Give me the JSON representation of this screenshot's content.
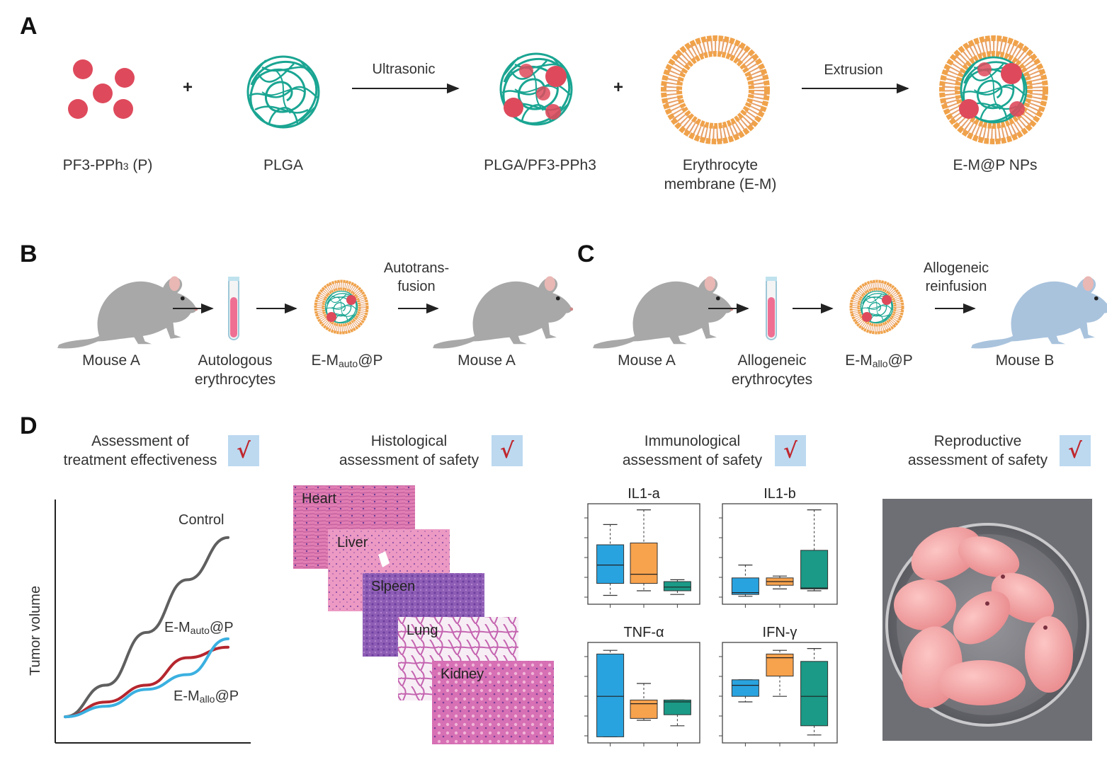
{
  "panels": {
    "a": "A",
    "b": "B",
    "c": "C",
    "d": "D"
  },
  "panel_a": {
    "pf3": "PF3-PPh",
    "pf3_sub": "3",
    "pf3_tail": " (P)",
    "plga": "PLGA",
    "ultrasonic": "Ultrasonic",
    "plga_pf3": "PLGA/PF3-PPh",
    "plga_pf3_sub": "3",
    "erythro_1": "Erythrocyte",
    "erythro_2": "membrane (E-M)",
    "extrusion": "Extrusion",
    "emp": "E-M@P NPs",
    "plus1": "+",
    "plus2": "+"
  },
  "panel_b": {
    "mouse_a1": "Mouse A",
    "auto_1": "Autologous",
    "auto_2": "erythrocytes",
    "em_pre": "E-M",
    "em_sub": "auto",
    "em_post": "@P",
    "arrow_1": "Autotrans-",
    "arrow_2": "fusion",
    "mouse_a2": "Mouse A"
  },
  "panel_c": {
    "mouse_a": "Mouse A",
    "allo_1": "Allogeneic",
    "allo_2": "erythrocytes",
    "em_pre": "E-M",
    "em_sub": "allo",
    "em_post": "@P",
    "arrow_1": "Allogeneic",
    "arrow_2": "reinfusion",
    "mouse_b": "Mouse B"
  },
  "panel_d": {
    "treat_1": "Assessment of",
    "treat_2": "treatment effectiveness",
    "hist_1": "Histological",
    "hist_2": "assessment of safety",
    "immu_1": "Immunological",
    "immu_2": "assessment of safety",
    "repro_1": "Reproductive",
    "repro_2": "assessment of safety",
    "check_mark": "√",
    "tissues": [
      "Heart",
      "Liver",
      "Slpeen",
      "Lung",
      "Kidney"
    ],
    "colors": {
      "blue": "#29a3df",
      "orange": "#f7a24d",
      "teal": "#1a9a87",
      "control": "#5f5f5f",
      "auto": "#b5262e",
      "allo": "#3ab0e0"
    }
  },
  "chart_data": [
    {
      "type": "line",
      "title": "",
      "xlabel": "",
      "ylabel": "Tumor volume",
      "series": [
        {
          "name": "Control",
          "values": [
            0.05,
            0.2,
            0.45,
            0.7,
            0.9
          ]
        },
        {
          "name": "E-Mauto@P",
          "values": [
            0.05,
            0.12,
            0.2,
            0.33,
            0.38
          ]
        },
        {
          "name": "E-Mallo@P",
          "values": [
            0.05,
            0.1,
            0.18,
            0.25,
            0.42
          ]
        }
      ]
    },
    {
      "type": "box",
      "title": "IL1-a",
      "boxes": [
        {
          "group": "blue",
          "min": 0.05,
          "q1": 0.18,
          "median": 0.38,
          "q3": 0.6,
          "max": 0.82
        },
        {
          "group": "orange",
          "min": 0.1,
          "q1": 0.18,
          "median": 0.28,
          "q3": 0.62,
          "max": 0.98
        },
        {
          "group": "teal",
          "min": 0.06,
          "q1": 0.1,
          "median": 0.14,
          "q3": 0.2,
          "max": 0.22
        }
      ]
    },
    {
      "type": "box",
      "title": "IL1-b",
      "boxes": [
        {
          "group": "blue",
          "min": 0.04,
          "q1": 0.06,
          "median": 0.08,
          "q3": 0.24,
          "max": 0.38
        },
        {
          "group": "orange",
          "min": 0.12,
          "q1": 0.16,
          "median": 0.2,
          "q3": 0.24,
          "max": 0.26
        },
        {
          "group": "teal",
          "min": 0.1,
          "q1": 0.12,
          "median": 0.13,
          "q3": 0.54,
          "max": 0.98
        }
      ]
    },
    {
      "type": "box",
      "title": "TNF-α",
      "boxes": [
        {
          "group": "blue",
          "min": 0.02,
          "q1": 0.02,
          "median": 0.46,
          "q3": 0.92,
          "max": 0.96
        },
        {
          "group": "orange",
          "min": 0.2,
          "q1": 0.22,
          "median": 0.38,
          "q3": 0.42,
          "max": 0.6
        },
        {
          "group": "teal",
          "min": 0.14,
          "q1": 0.26,
          "median": 0.4,
          "q3": 0.42,
          "max": 0.42
        }
      ]
    },
    {
      "type": "box",
      "title": "IFN-γ",
      "boxes": [
        {
          "group": "blue",
          "min": 0.4,
          "q1": 0.46,
          "median": 0.58,
          "q3": 0.64,
          "max": 0.64
        },
        {
          "group": "orange",
          "min": 0.46,
          "q1": 0.68,
          "median": 0.88,
          "q3": 0.92,
          "max": 0.96
        },
        {
          "group": "teal",
          "min": 0.04,
          "q1": 0.14,
          "median": 0.46,
          "q3": 0.84,
          "max": 0.98
        }
      ]
    }
  ]
}
